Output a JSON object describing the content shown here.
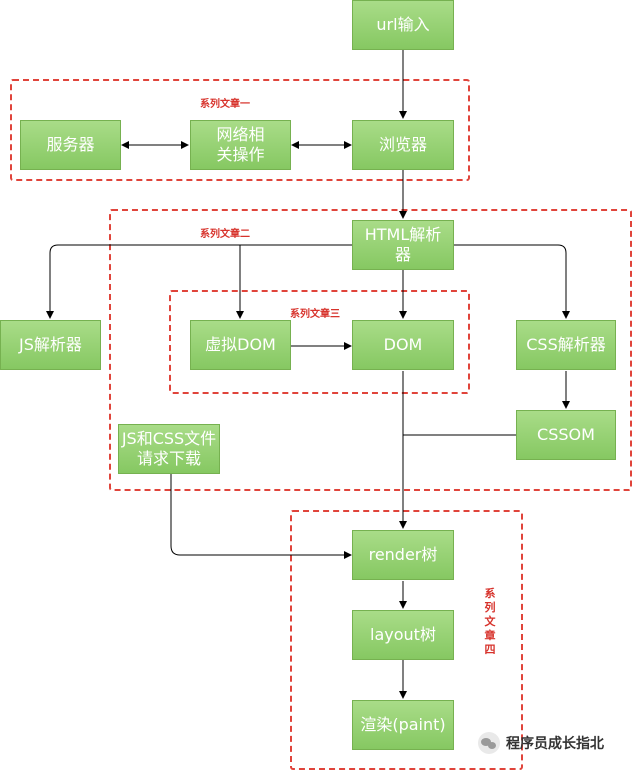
{
  "nodes": {
    "url_input": "url输入",
    "server": "服务器",
    "network_ops": "网络相关操作",
    "browser": "浏览器",
    "html_parser": "HTML解析器",
    "js_parser": "JS解析器",
    "virtual_dom": "虚拟DOM",
    "dom": "DOM",
    "css_parser": "CSS解析器",
    "cssom": "CSSOM",
    "js_css_download": "JS和CSS文件请求下载",
    "render_tree": "render树",
    "layout_tree": "layout树",
    "paint": "渲染(paint)"
  },
  "groups": {
    "series_1": "系列文章一",
    "series_2": "系列文章二",
    "series_3": "系列文章三",
    "series_4": "系列文章四"
  },
  "colors": {
    "node_fill": "#93d06d",
    "node_border": "#76b150",
    "group_border": "#e0443b",
    "group_label": "#d7332c",
    "connector": "#000000"
  },
  "watermark": {
    "text": "程序员成长指北",
    "icon": "wechat-icon"
  }
}
